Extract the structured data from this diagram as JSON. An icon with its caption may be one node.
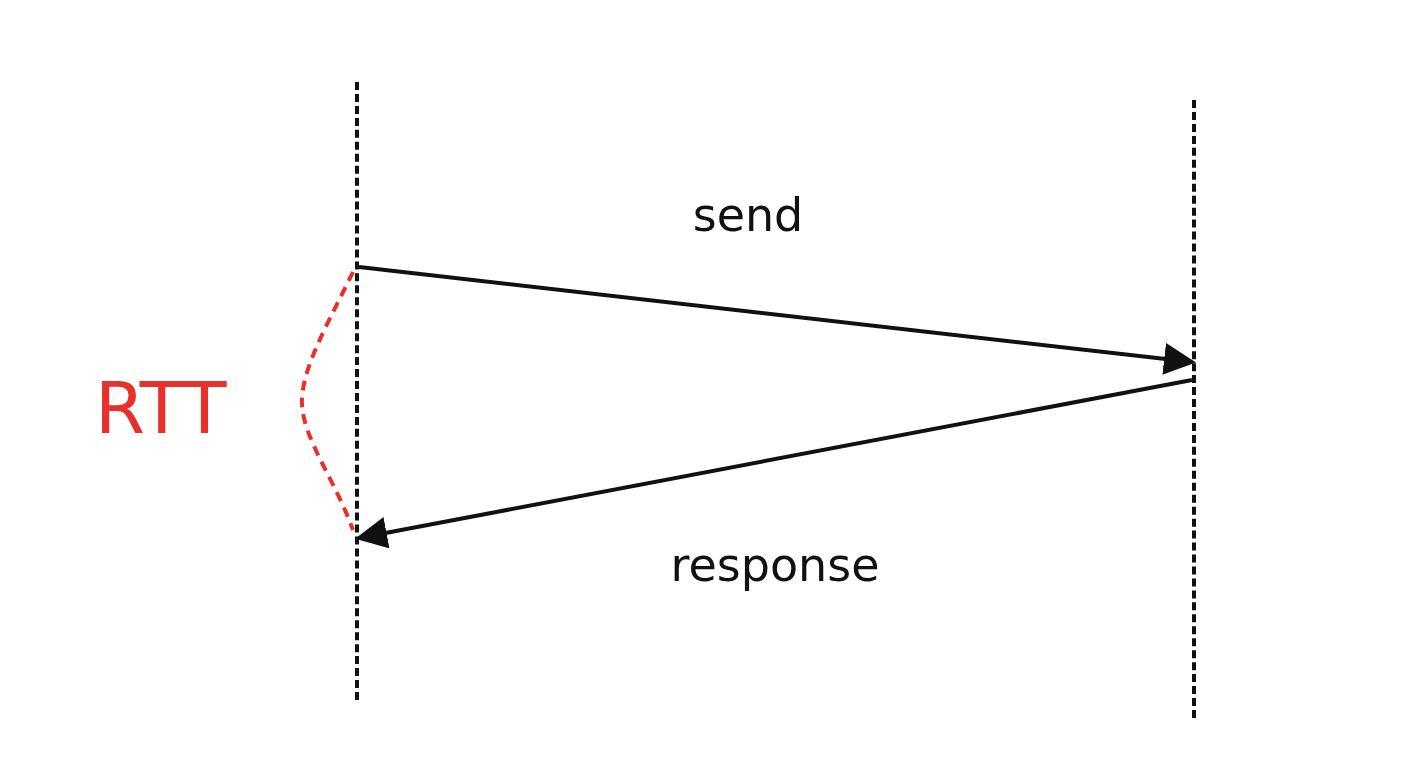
{
  "diagram": {
    "nodes": [
      {
        "text": [],
        "shape": "line"
      },
      {
        "text": [],
        "shape": "line"
      }
    ],
    "edges": [
      {
        "from": 0,
        "to": 1,
        "arrow": "to",
        "label": "send"
      },
      {
        "from": 1,
        "to": 0,
        "arrow": "to",
        "label": "response"
      }
    ],
    "labels": [
      "RTT"
    ]
  }
}
